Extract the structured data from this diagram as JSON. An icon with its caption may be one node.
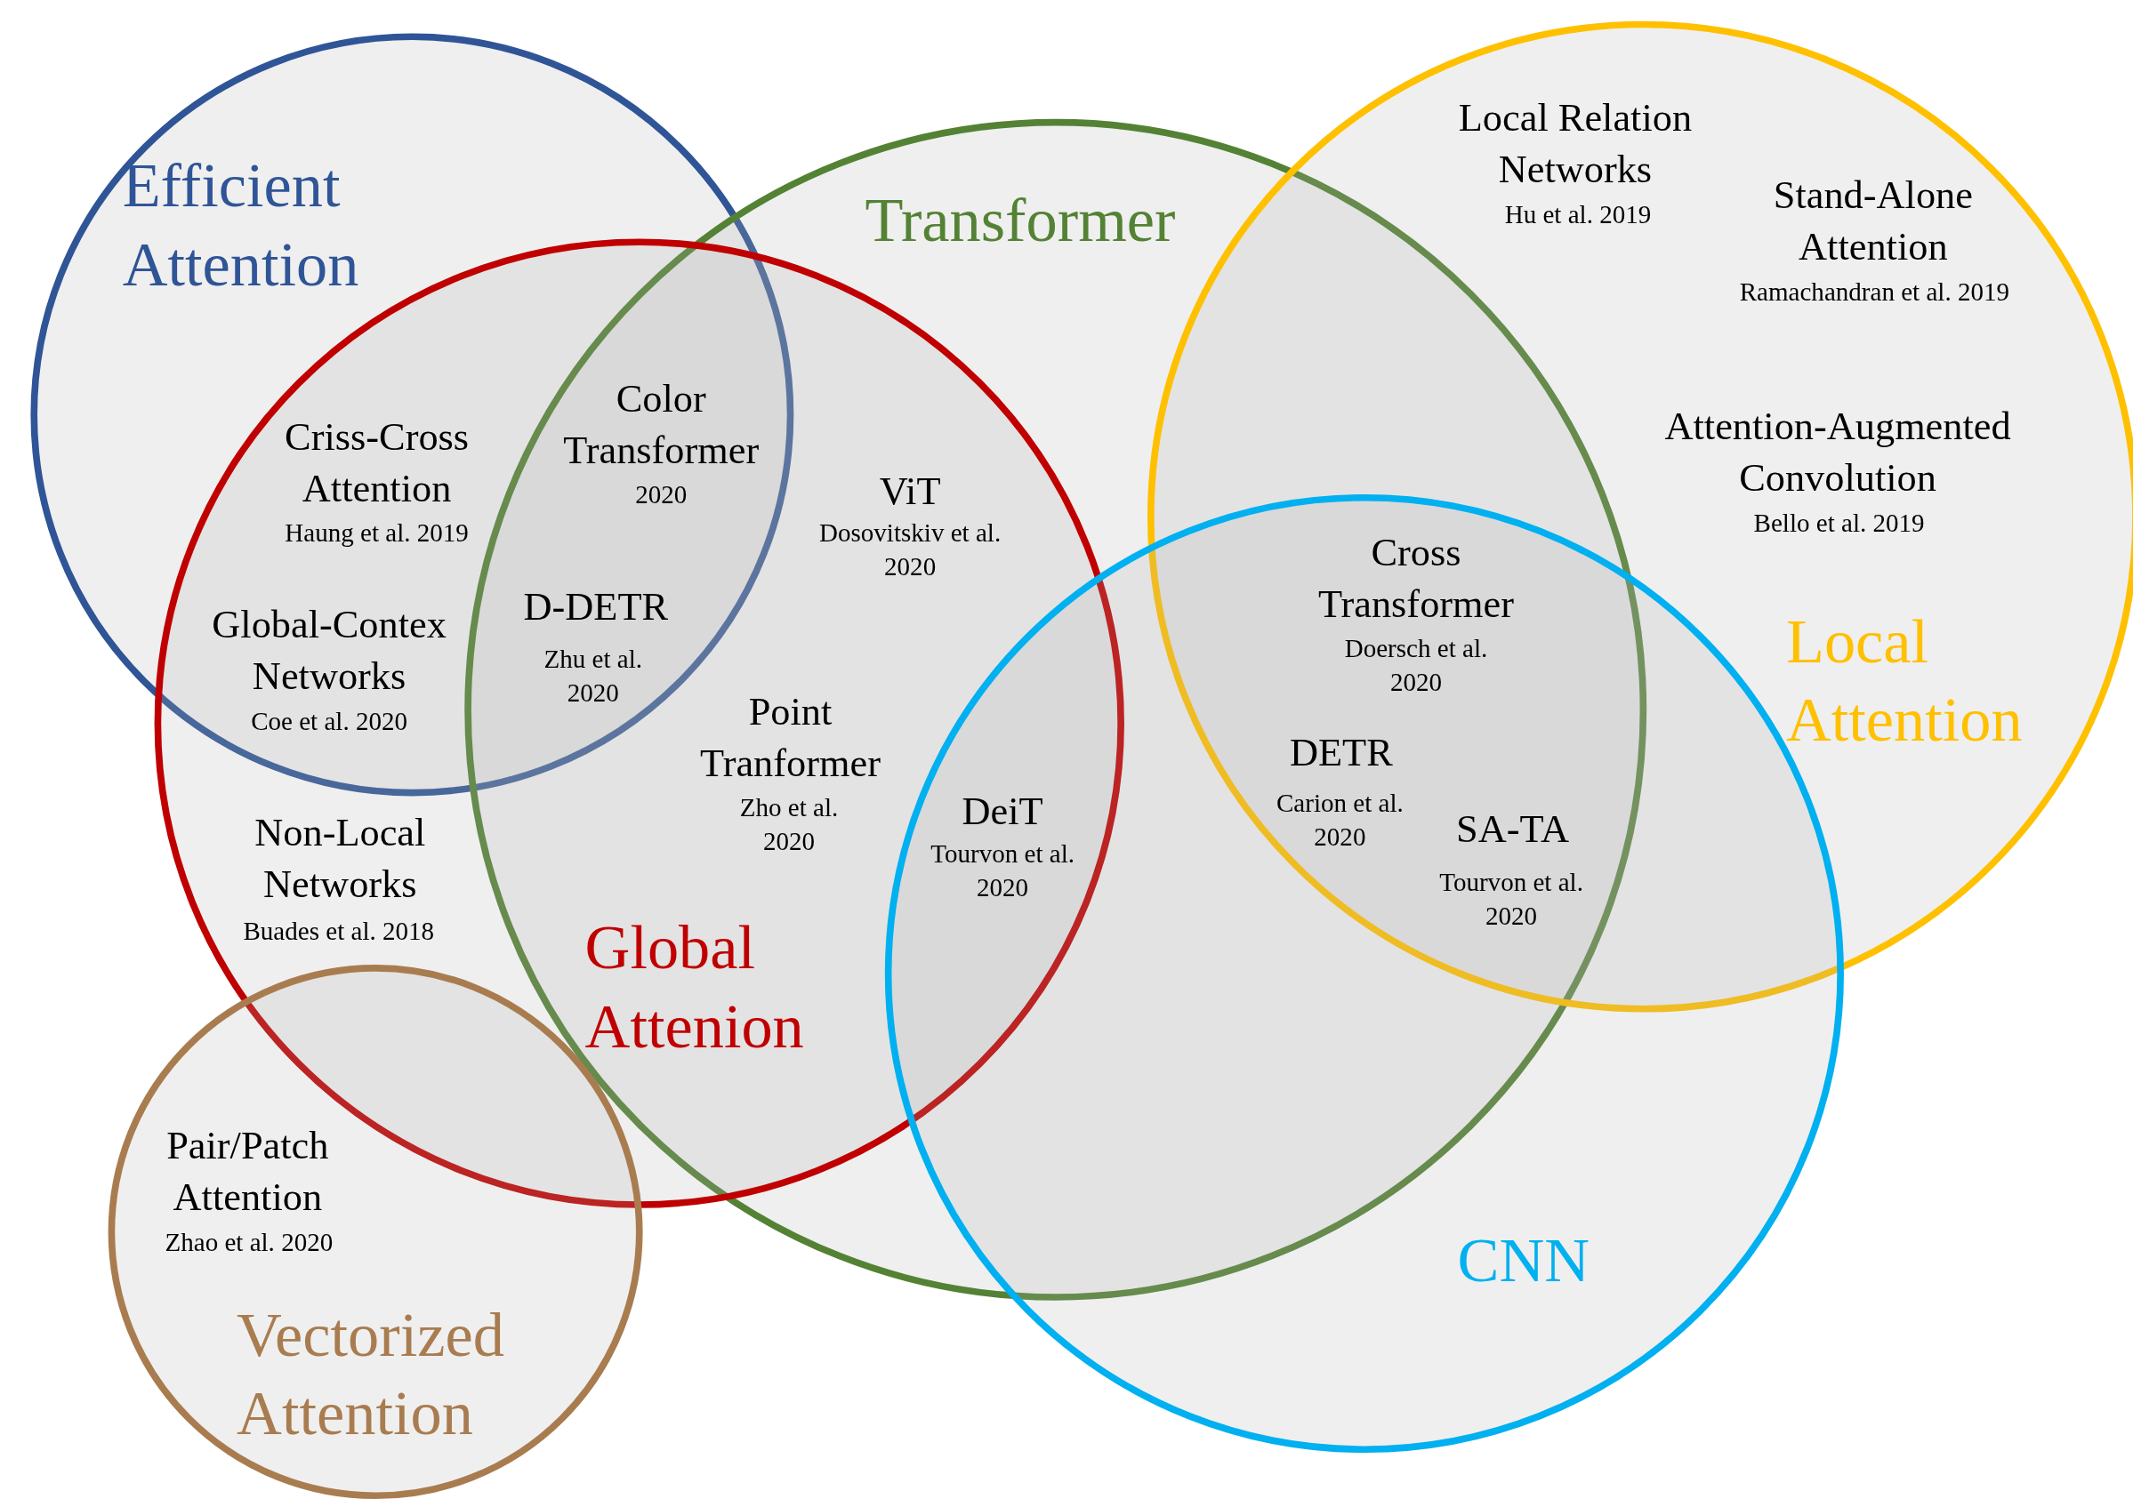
{
  "diagram": {
    "nodes": [
      {
        "text": [
          "Efficient Attention"
        ]
      },
      {
        "text": [
          "Transformer"
        ]
      },
      {
        "text": [
          "Local Attention"
        ]
      },
      {
        "text": [
          "Global Attenion"
        ]
      },
      {
        "text": [
          "CNN"
        ]
      },
      {
        "text": [
          "Vectorized Attention"
        ]
      }
    ],
    "labels": [
      "Local Relation Networks",
      "Hu et al. 2019",
      "Stand-Alone Attention",
      "Ramachandran et al. 2019",
      "Attention-Augmented Convolution",
      "Bello et al. 2019",
      "Color Transformer",
      "2020",
      "Criss-Cross Attention",
      "Haung et al. 2019",
      "ViT",
      "Dosovitskiv  et al. 2020",
      "Cross Transformer",
      "Doersch et al. 2020",
      "D-DETR",
      "Zhu et al. 2020",
      "Global-Contex Networks",
      "Coe et al. 2020",
      "Point Tranformer",
      "Zho et al. 2020",
      "DETR",
      "Carion et al. 2020",
      "DeiT",
      "Tourvon et al. 2020",
      "SA-TA",
      "Tourvon et al. 2020",
      "Non-Local Networks",
      "Buades et al. 2018",
      "Pair/Patch Attention",
      "Zhao et al. 2020"
    ]
  }
}
